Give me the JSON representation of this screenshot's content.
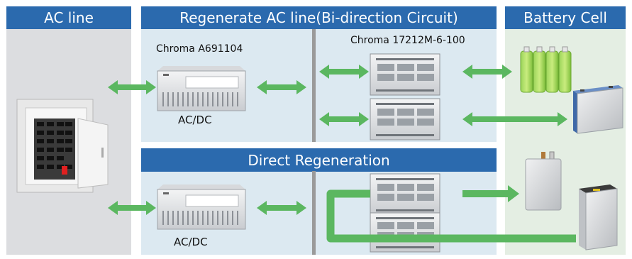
{
  "headers": {
    "ac_line": "AC line",
    "regen": "Regenerate AC line(Bi-direction Circuit)",
    "battery": "Battery Cell",
    "direct": "Direct Regeneration"
  },
  "labels": {
    "model_a": "Chroma A691104",
    "model_b": "Chroma 17212M-6-100",
    "acdc_top": "AC/DC",
    "acdc_bottom": "AC/DC"
  },
  "colors": {
    "header_bg": "#2b6aae",
    "panel_blue": "#dce9f1",
    "panel_gray": "#dcdde0",
    "panel_green": "#e4eee3",
    "arrow_green": "#5bb760",
    "divider": "#9a9a9a"
  }
}
